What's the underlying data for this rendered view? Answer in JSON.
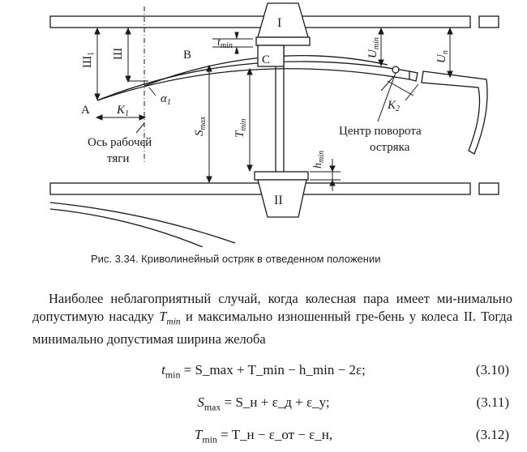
{
  "figure": {
    "labels": {
      "top_flange": "I",
      "bottom_flange": "II",
      "region_a": "A",
      "region_b": "B",
      "region_c": "C",
      "sh1": "Ш",
      "sh1_sub": "1",
      "sh": "Ш",
      "k1": "K",
      "k1_sub": "1",
      "alpha1": "α",
      "alpha1_sub": "1",
      "tmin_top": "t",
      "tmin_top_sub": "min",
      "smax": "S",
      "smax_sub": "max",
      "tmin_mid": "T",
      "tmin_mid_sub": "min",
      "umin": "U",
      "umin_sub": "min",
      "un": "U",
      "un_sub": "п",
      "k2": "K",
      "k2_sub": "2",
      "hmin": "h",
      "hmin_sub": "min",
      "rod_axis_line1": "Ось рабочей",
      "rod_axis_line2": "тяги",
      "pivot_line1": "Центр поворота",
      "pivot_line2": "остряка"
    }
  },
  "caption": "Рис. 3.34. Криволинейный остряк в отведенном положении",
  "paragraph": {
    "p1": "Наиболее неблагоприятный случай, когда колесная пара имеет ми-нимально допустимую насадку",
    "t_var": "T",
    "t_sub": "min",
    "p2": "и максимально изношенный гре-бень у колеса II. Тогда минимально допустимая ширина желоба"
  },
  "equations": [
    {
      "lhs": "t",
      "lhs_sub": "min",
      "rhs": "= S_max + T_min − h_min − 2ε;",
      "number": "(3.10)"
    },
    {
      "lhs": "S",
      "lhs_sub": "max",
      "rhs": "= S_н + ε_д + ε_у;",
      "number": "(3.11)"
    },
    {
      "lhs": "T",
      "lhs_sub": "min",
      "rhs": "= T_н − ε_от − ε_н,",
      "number": "(3.12)"
    }
  ]
}
